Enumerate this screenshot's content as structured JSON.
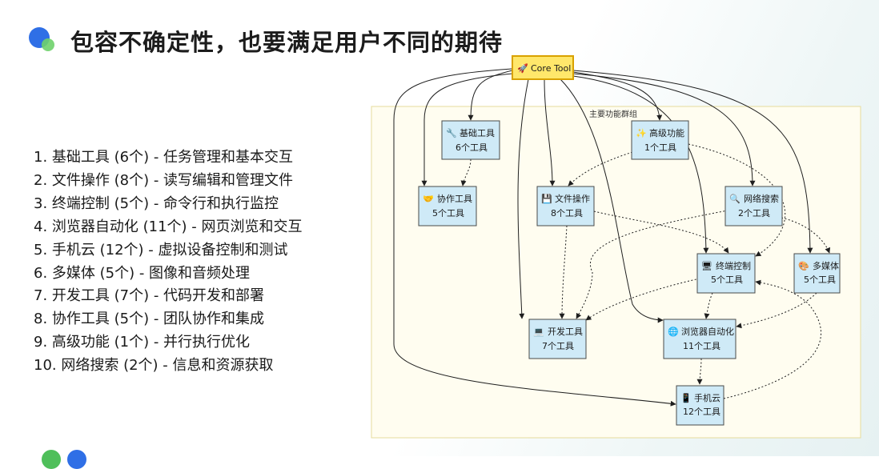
{
  "title": "包容不确定性，也要满足用户不同的期待",
  "list": [
    "1. 基础工具 (6个) - 任务管理和基本交互",
    "2. 文件操作 (8个) - 读写编辑和管理文件",
    "3. 终端控制 (5个) - 命令行和执行监控",
    "4. 浏览器自动化 (11个) - 网页浏览和交互",
    "5. 手机云 (12个) - 虚拟设备控制和测试",
    "6. 多媒体 (5个) - 图像和音频处理",
    "7. 开发工具 (7个) - 代码开发和部署",
    "8. 协作工具 (5个) - 团队协作和集成",
    "9. 高级功能 (1个) - 并行执行优化",
    "10. 网络搜索 (2个) - 信息和资源获取"
  ],
  "diagram": {
    "core": {
      "icon": "🚀",
      "label": "Core Tool"
    },
    "group_label": "主要功能群组",
    "nodes": {
      "basic": {
        "icon": "🔧",
        "name": "基础工具",
        "count": "6个工具"
      },
      "adv": {
        "icon": "✨",
        "name": "高级功能",
        "count": "1个工具"
      },
      "collab": {
        "icon": "🤝",
        "name": "协作工具",
        "count": "5个工具"
      },
      "file": {
        "icon": "💾",
        "name": "文件操作",
        "count": "8个工具"
      },
      "search": {
        "icon": "🔍",
        "name": "网络搜索",
        "count": "2个工具"
      },
      "term": {
        "icon": "🖥",
        "name": "终端控制",
        "count": "5个工具"
      },
      "media": {
        "icon": "🎨",
        "name": "多媒体",
        "count": "5个工具"
      },
      "dev": {
        "icon": "💻",
        "name": "开发工具",
        "count": "7个工具"
      },
      "browser": {
        "icon": "🌐",
        "name": "浏览器自动化",
        "count": "11个工具"
      },
      "phone": {
        "icon": "📱",
        "name": "手机云",
        "count": "12个工具"
      }
    }
  }
}
